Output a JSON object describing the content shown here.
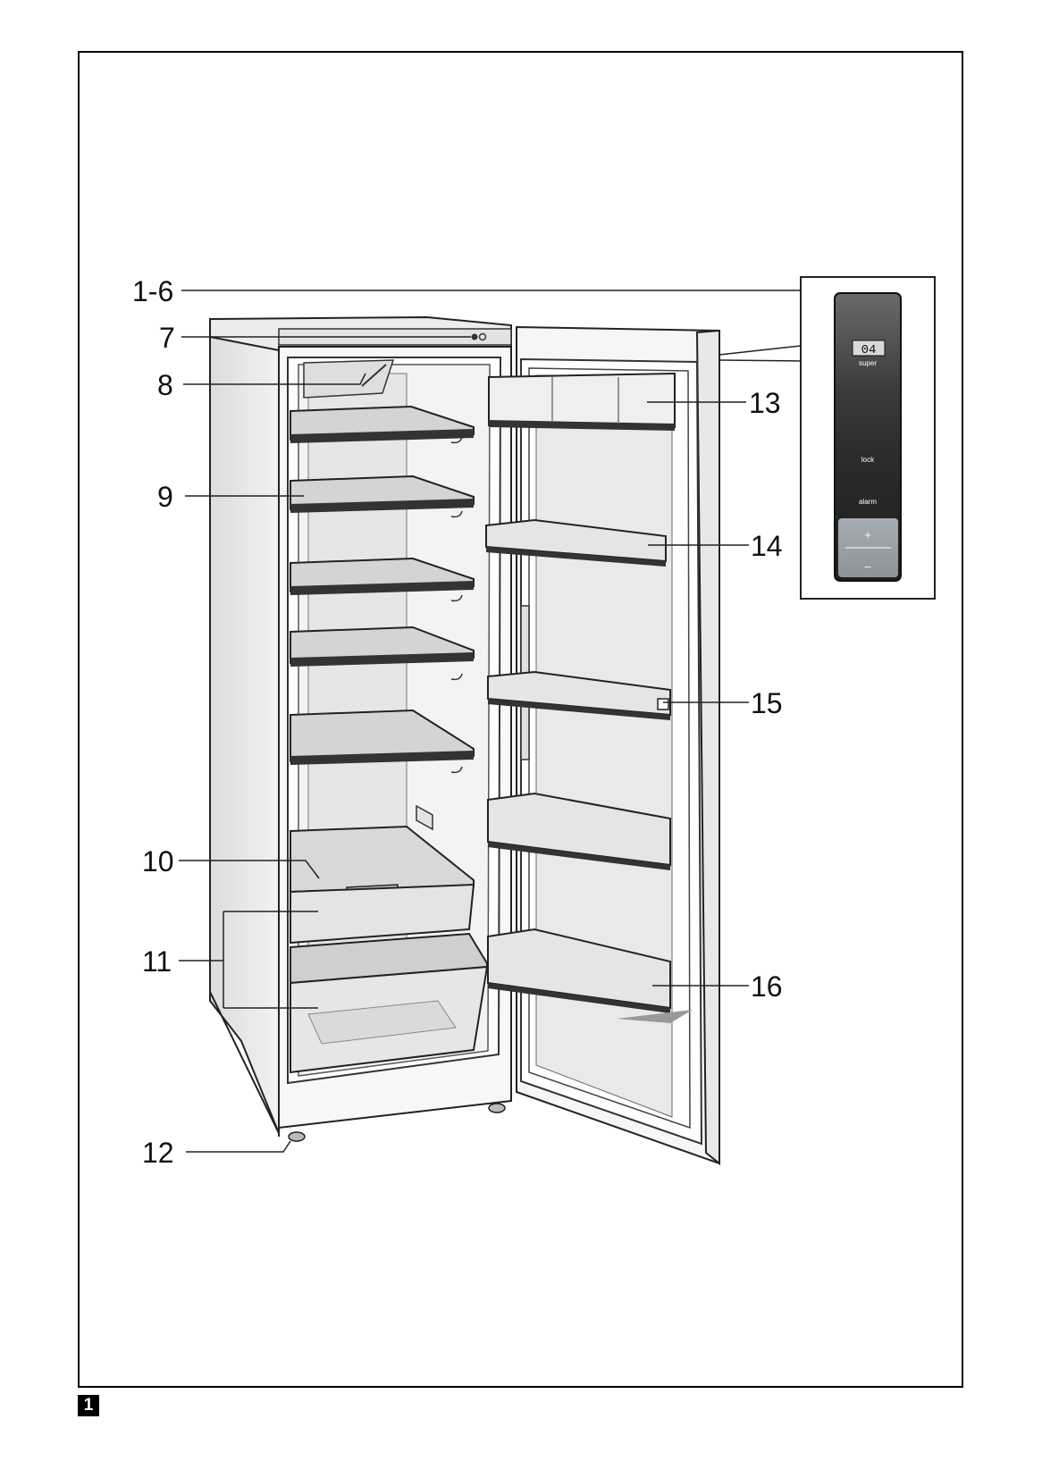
{
  "callouts": {
    "c1_6": "1-6",
    "c7": "7",
    "c8": "8",
    "c9": "9",
    "c10": "10",
    "c11": "11",
    "c12": "12",
    "c13": "13",
    "c14": "14",
    "c15": "15",
    "c16": "16"
  },
  "control_panel": {
    "display_value": "04",
    "super_label": "super",
    "lock_label": "lock",
    "alarm_label": "alarm",
    "plus_label": "+",
    "minus_label": "–"
  },
  "figure_number": "1"
}
